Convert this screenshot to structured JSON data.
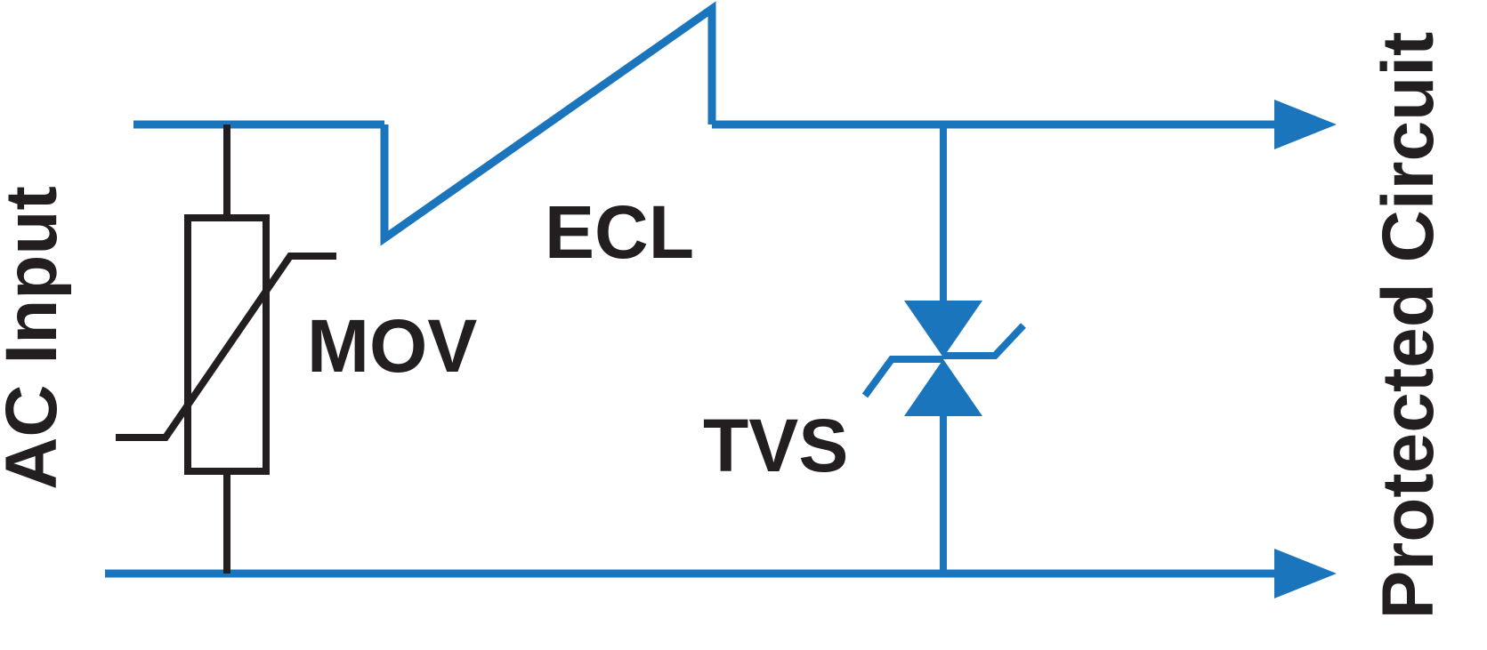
{
  "diagram": {
    "type": "circuit-schematic",
    "description": "AC surge protection circuit with MOV, equivalent circuit length (ECL) surge path, and TVS diode feeding a protected circuit",
    "labels": {
      "ac_input": "AC Input",
      "mov": "MOV",
      "ecl": "ECL",
      "tvs": "TVS",
      "protected_circuit": "Protected Circuit"
    },
    "colors": {
      "wire_blue": "#1b75bc",
      "component_black": "#231f20",
      "background": "#ffffff"
    },
    "components": [
      {
        "name": "MOV",
        "kind": "metal-oxide-varistor",
        "connection": "parallel across AC input lines"
      },
      {
        "name": "ECL",
        "kind": "surge-path-bolt",
        "connection": "in series on top line"
      },
      {
        "name": "TVS",
        "kind": "bidirectional-tvs-diode",
        "connection": "parallel across output lines"
      }
    ]
  }
}
